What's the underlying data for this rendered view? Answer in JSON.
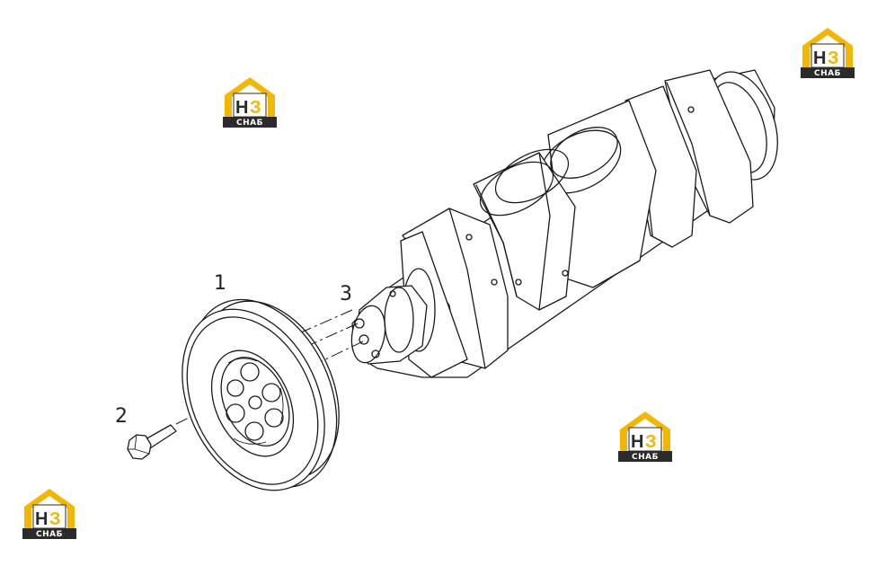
{
  "callouts": {
    "pulley": "1",
    "bolt": "2",
    "crankshaft": "3"
  },
  "logo": {
    "letter_h": "H",
    "letter_3": "З",
    "band": "СНАБ",
    "colors": {
      "yellow": "#F2B705",
      "dark": "#2b2b2b",
      "white": "#ffffff"
    }
  }
}
